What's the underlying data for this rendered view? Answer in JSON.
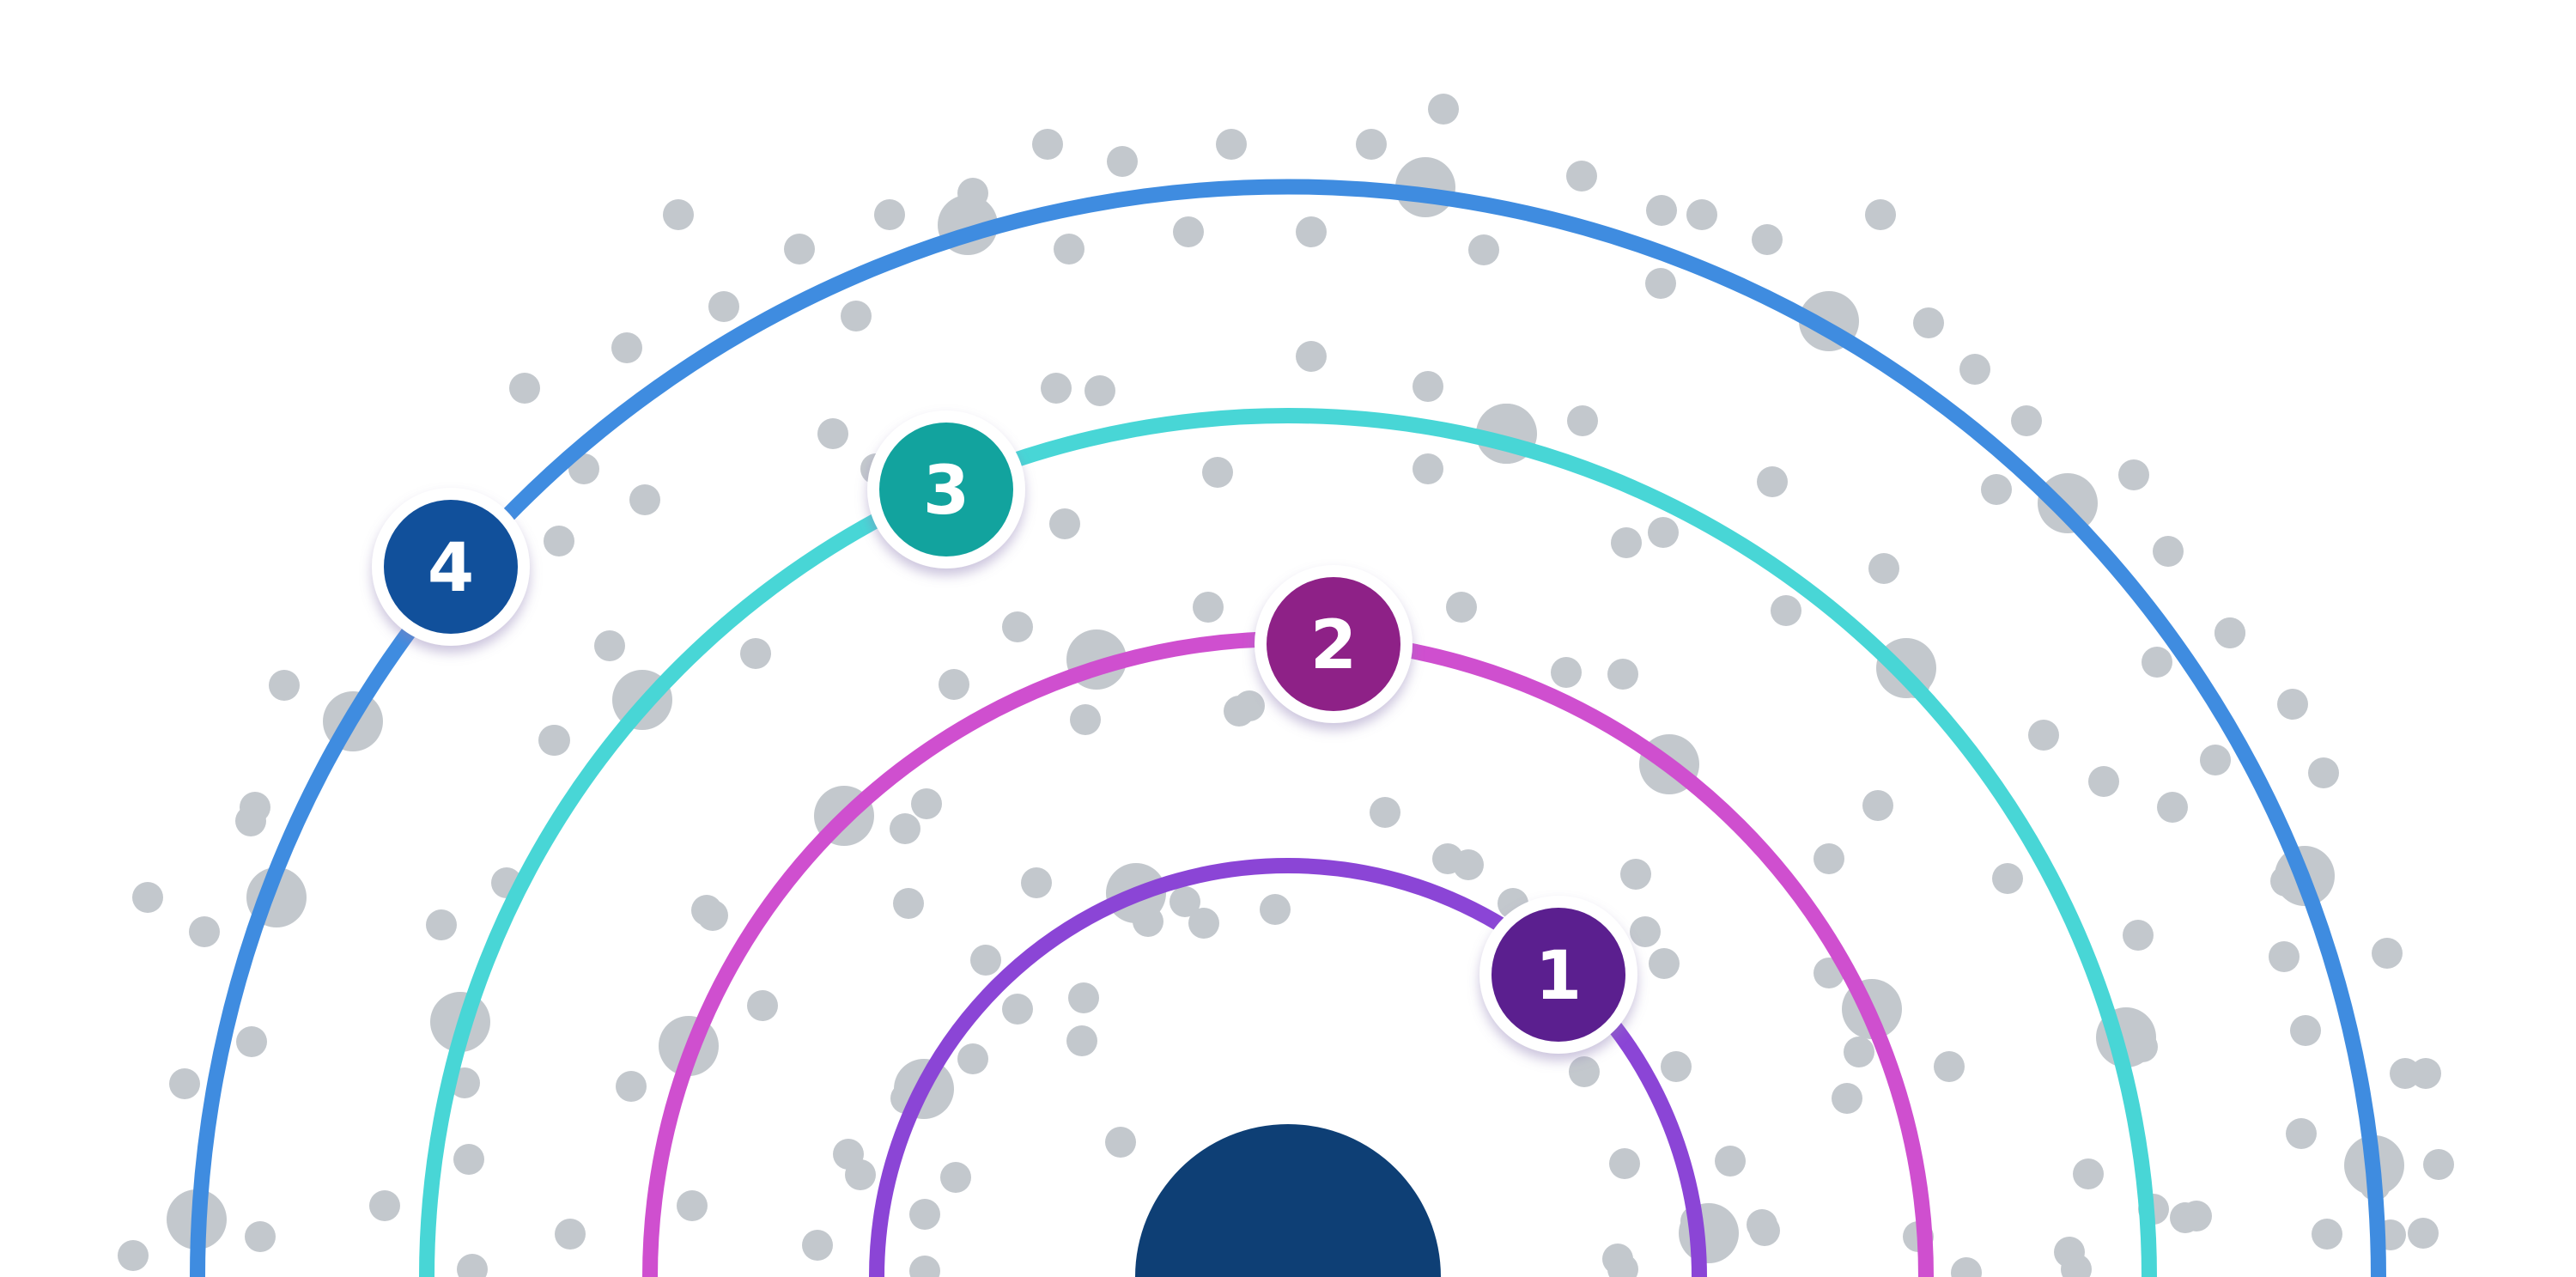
{
  "diagram": {
    "type": "concentric-arcs",
    "rings": [
      {
        "label": "1",
        "color": "#8b45d6",
        "badge_color": "#5b1f8f"
      },
      {
        "label": "2",
        "color": "#cf4fcf",
        "badge_color": "#8e2187"
      },
      {
        "label": "3",
        "color": "#48d6d6",
        "badge_color": "#12a39e"
      },
      {
        "label": "4",
        "color": "#3f8ce0",
        "badge_color": "#11509b"
      }
    ],
    "core_color": "#0e3f75",
    "dot_color": "#c3c8cd"
  }
}
